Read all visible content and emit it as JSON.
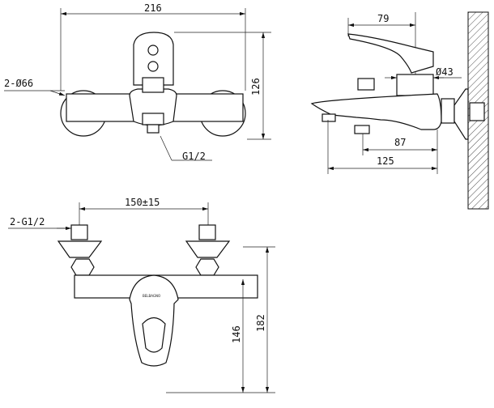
{
  "top_view": {
    "width_dim": "216",
    "height_dim": "126",
    "rosette_dim": "2-Ø66",
    "outlet_dim": "G1/2"
  },
  "side_view": {
    "handle_dim": "79",
    "body_diameter_dim": "Ø43",
    "diverter_dim": "87",
    "spout_dim": "125"
  },
  "front_view": {
    "centers_dim": "150±15",
    "inlet_dim": "2-G1/2",
    "spout_height_dim": "146",
    "total_height_dim": "182",
    "logo_text": "BELBAGNO"
  }
}
